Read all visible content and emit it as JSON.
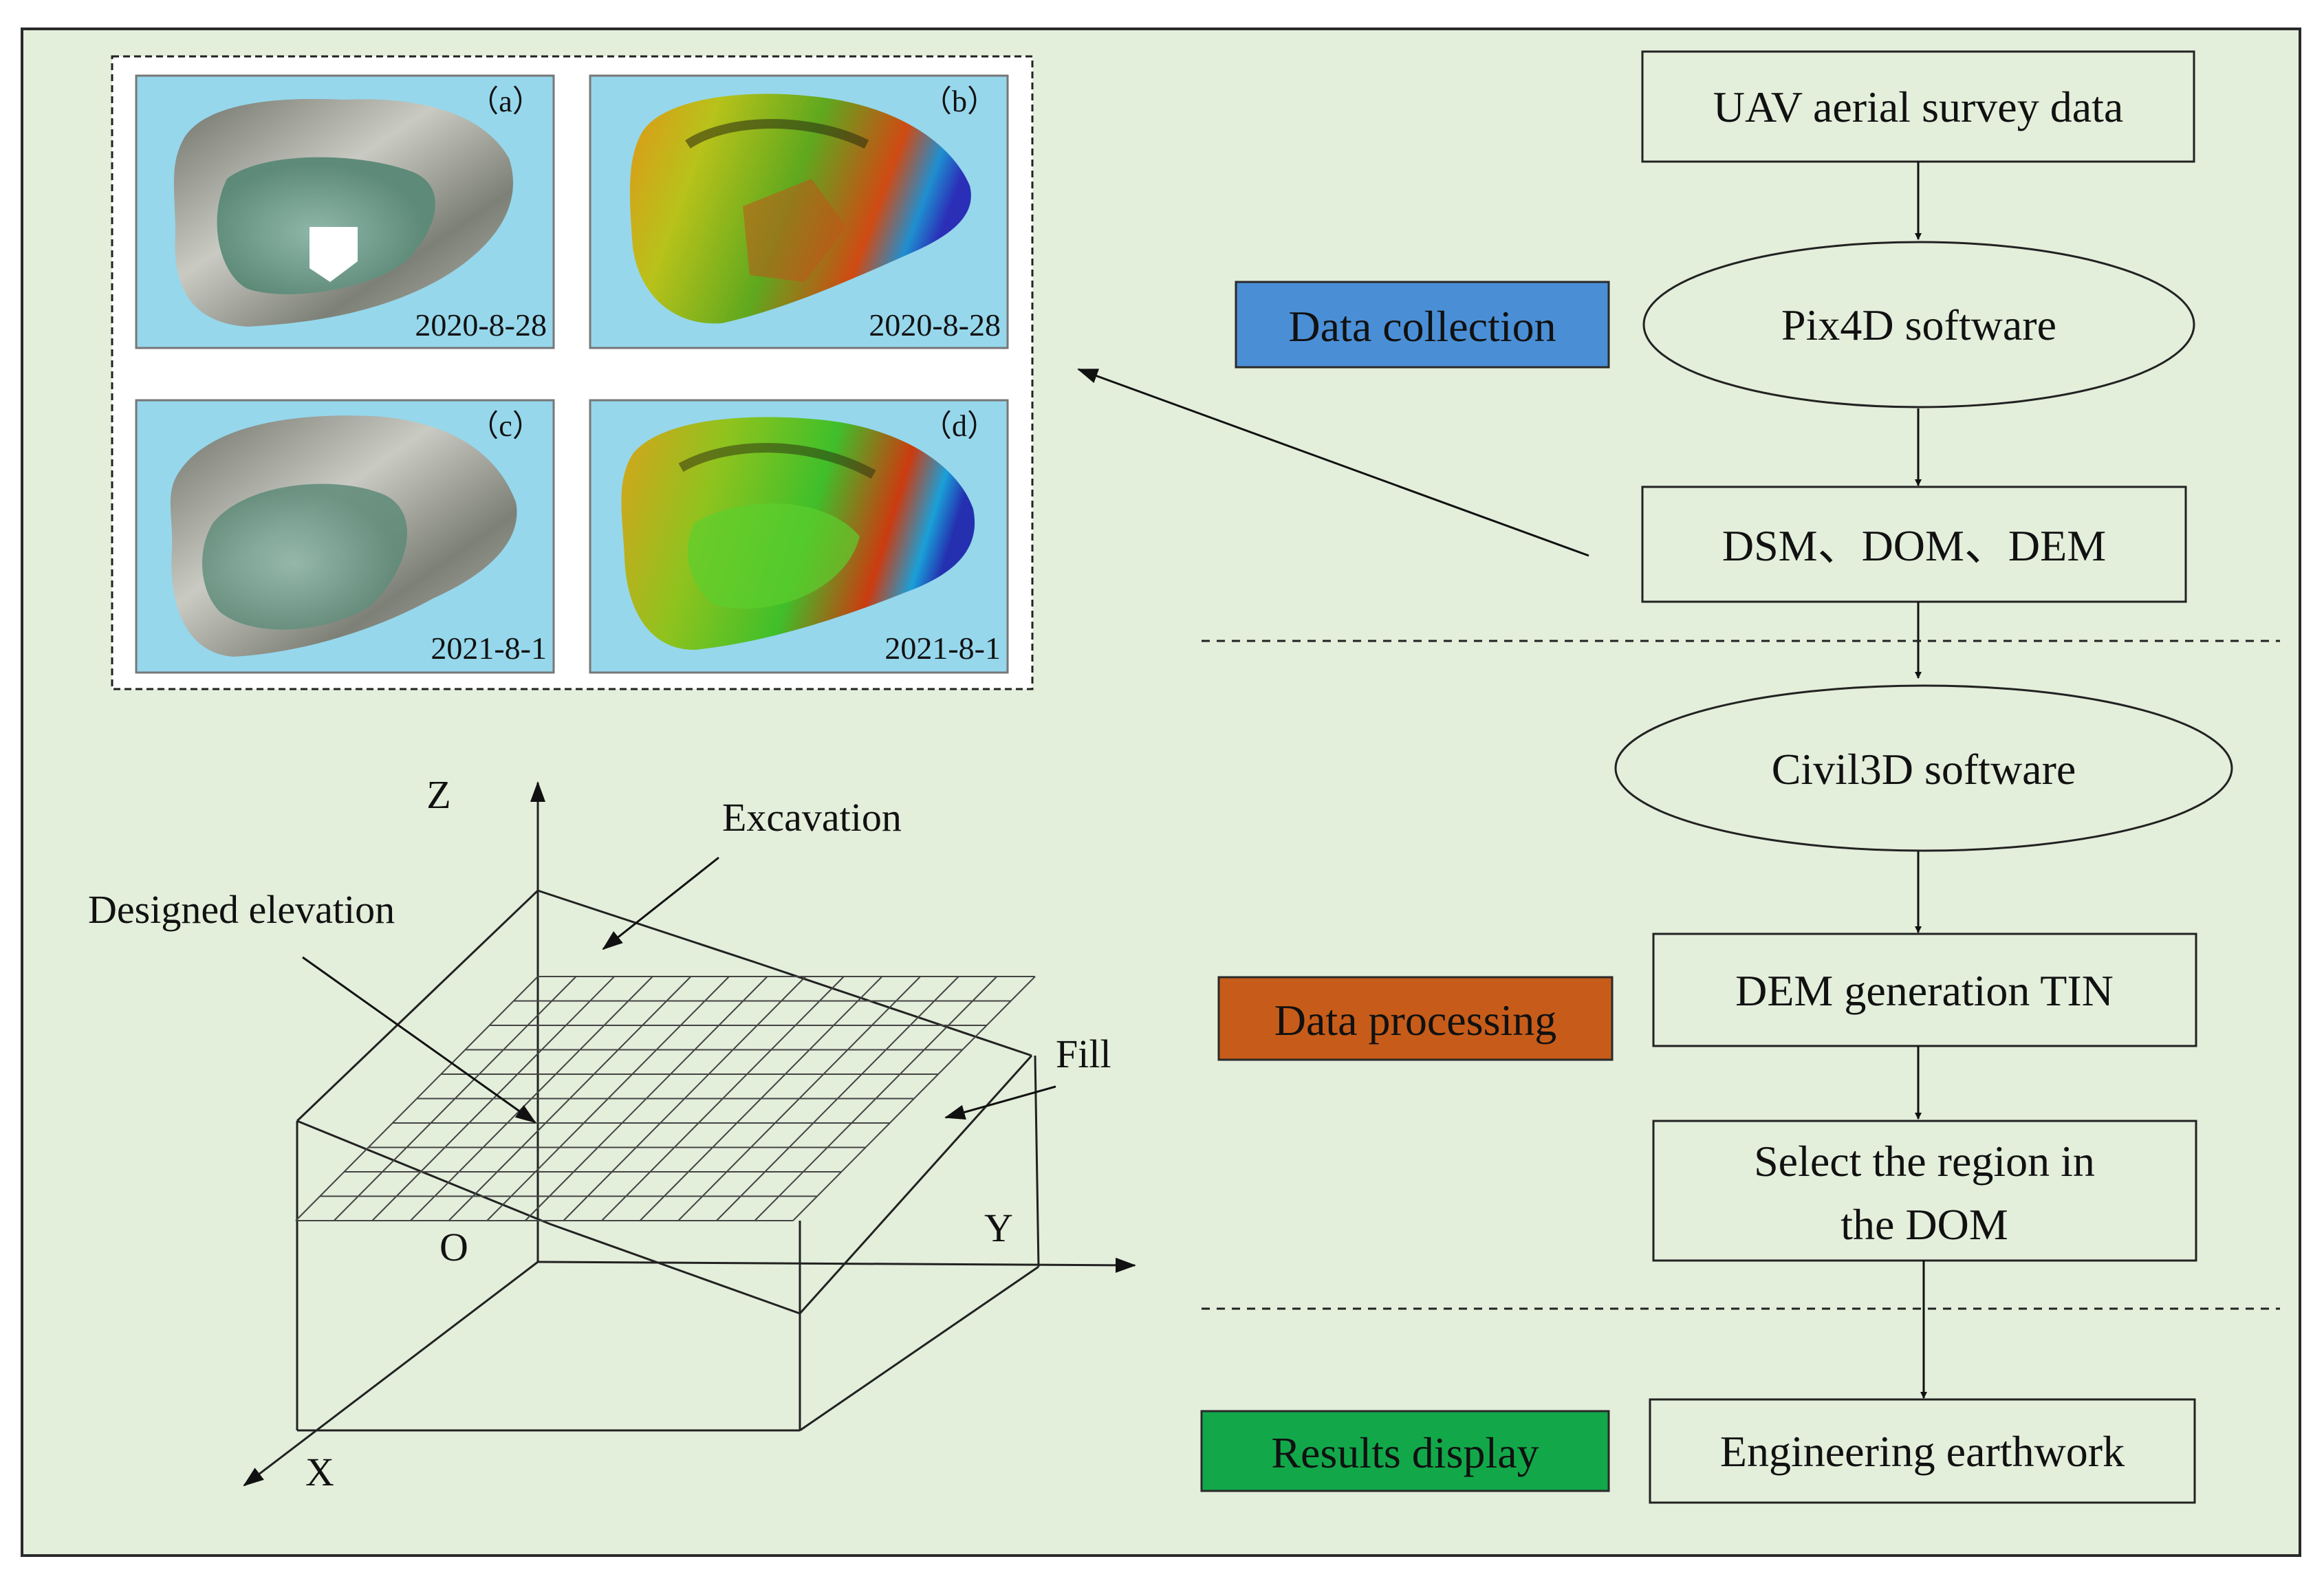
{
  "colors": {
    "background": "#e3eedb",
    "data_collection": "#4a8fd6",
    "data_processing": "#c75c1a",
    "results_display": "#12a84a",
    "sky": "#96d7ec"
  },
  "flow": {
    "uav_data": "UAV aerial survey data",
    "pix4d": "Pix4D software",
    "products": "DSM、DOM、DEM",
    "civil3d": "Civil3D software",
    "tin": "DEM generation TIN",
    "select_line1": "Select the region in",
    "select_line2": "the DOM",
    "earthwork": "Engineering earthwork"
  },
  "stages": {
    "collection": "Data collection",
    "processing": "Data processing",
    "results": "Results display"
  },
  "panels": [
    {
      "letter": "（a）",
      "date": "2020-8-28",
      "kind": "orthophoto"
    },
    {
      "letter": "（b）",
      "date": "2020-8-28",
      "kind": "elevation"
    },
    {
      "letter": "（c）",
      "date": "2021-8-1",
      "kind": "orthophoto"
    },
    {
      "letter": "（d）",
      "date": "2021-8-1",
      "kind": "elevation"
    }
  ],
  "schematic": {
    "axis_z": "Z",
    "axis_y": "Y",
    "axis_x": "X",
    "origin": "O",
    "excavation": "Excavation",
    "designed_elevation": "Designed elevation",
    "fill": "Fill"
  }
}
